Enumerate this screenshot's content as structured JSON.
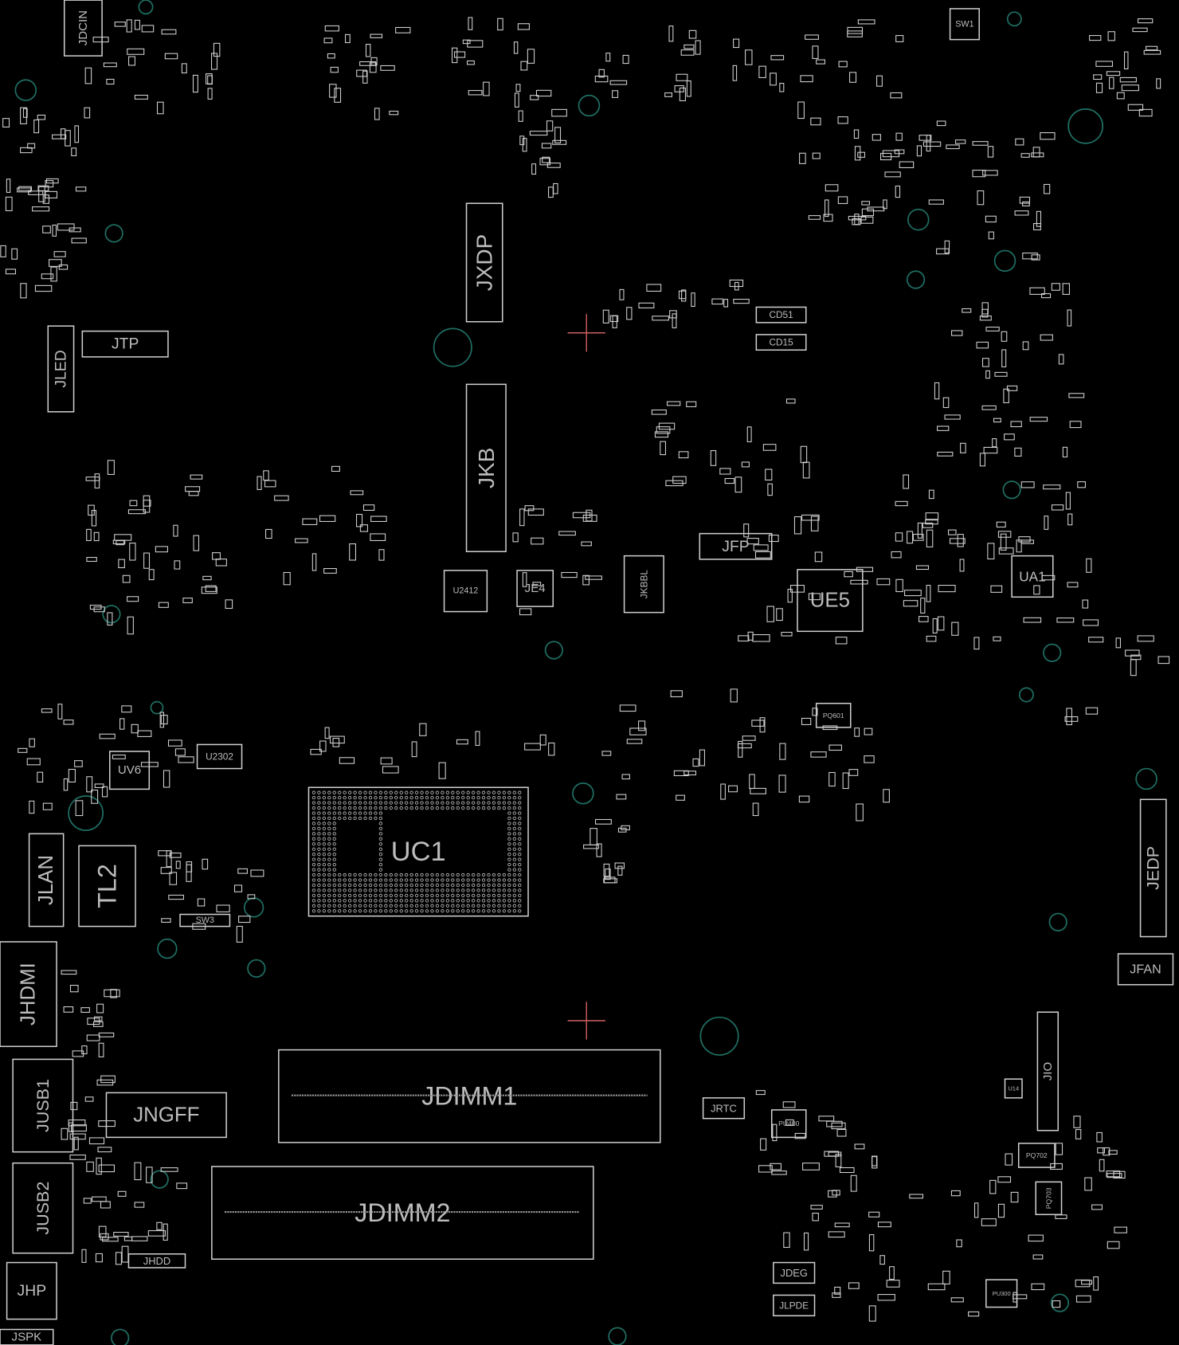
{
  "title": "Boardview PCB layout",
  "colors": {
    "background": "#000000",
    "outline": "#d0d0d0",
    "mounting_hole": "#1f6e62",
    "crosshair": "#d06060"
  },
  "components": [
    {
      "ref": "JDCIN"
    },
    {
      "ref": "JXDP"
    },
    {
      "ref": "JTP"
    },
    {
      "ref": "JLED"
    },
    {
      "ref": "JKB"
    },
    {
      "ref": "U2412"
    },
    {
      "ref": "JE4"
    },
    {
      "ref": "JKBBL"
    },
    {
      "ref": "JFP"
    },
    {
      "ref": "UE5"
    },
    {
      "ref": "UA1"
    },
    {
      "ref": "CD51"
    },
    {
      "ref": "CD15"
    },
    {
      "ref": "SW1"
    },
    {
      "ref": "UV6"
    },
    {
      "ref": "U2302"
    },
    {
      "ref": "UC1"
    },
    {
      "ref": "JLAN"
    },
    {
      "ref": "TL2"
    },
    {
      "ref": "SW3"
    },
    {
      "ref": "JHDMI"
    },
    {
      "ref": "JUSB1"
    },
    {
      "ref": "JNGFF"
    },
    {
      "ref": "JDIMM1"
    },
    {
      "ref": "JDIMM2"
    },
    {
      "ref": "JUSB2"
    },
    {
      "ref": "JHDD"
    },
    {
      "ref": "JHP"
    },
    {
      "ref": "JSPK"
    },
    {
      "ref": "JRTC"
    },
    {
      "ref": "PU400"
    },
    {
      "ref": "JDEG"
    },
    {
      "ref": "JLPDE"
    },
    {
      "ref": "JIO"
    },
    {
      "ref": "PQ702"
    },
    {
      "ref": "PQ703"
    },
    {
      "ref": "PU300"
    },
    {
      "ref": "U14"
    },
    {
      "ref": "JEDP"
    },
    {
      "ref": "JFAN"
    },
    {
      "ref": "PQ601"
    }
  ]
}
